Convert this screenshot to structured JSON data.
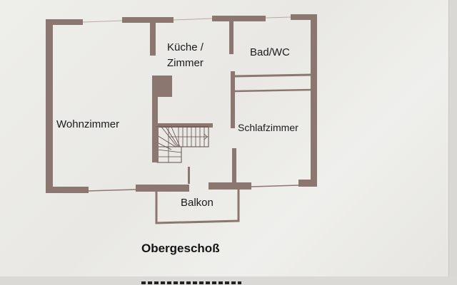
{
  "floor_plan": {
    "title": "Obergeschoß",
    "rooms": [
      {
        "id": "wohnzimmer",
        "label": "Wohnzimmer"
      },
      {
        "id": "kueche",
        "label_line1": "Küche /",
        "label_line2": "Zimmer"
      },
      {
        "id": "bad",
        "label": "Bad/WC"
      },
      {
        "id": "schlafzimmer",
        "label": "Schlafzimmer"
      },
      {
        "id": "balkon",
        "label": "Balkon"
      }
    ],
    "colors": {
      "wall": "#8c7770",
      "paper": "#ecebe7",
      "text": "#1a1a1a"
    }
  }
}
